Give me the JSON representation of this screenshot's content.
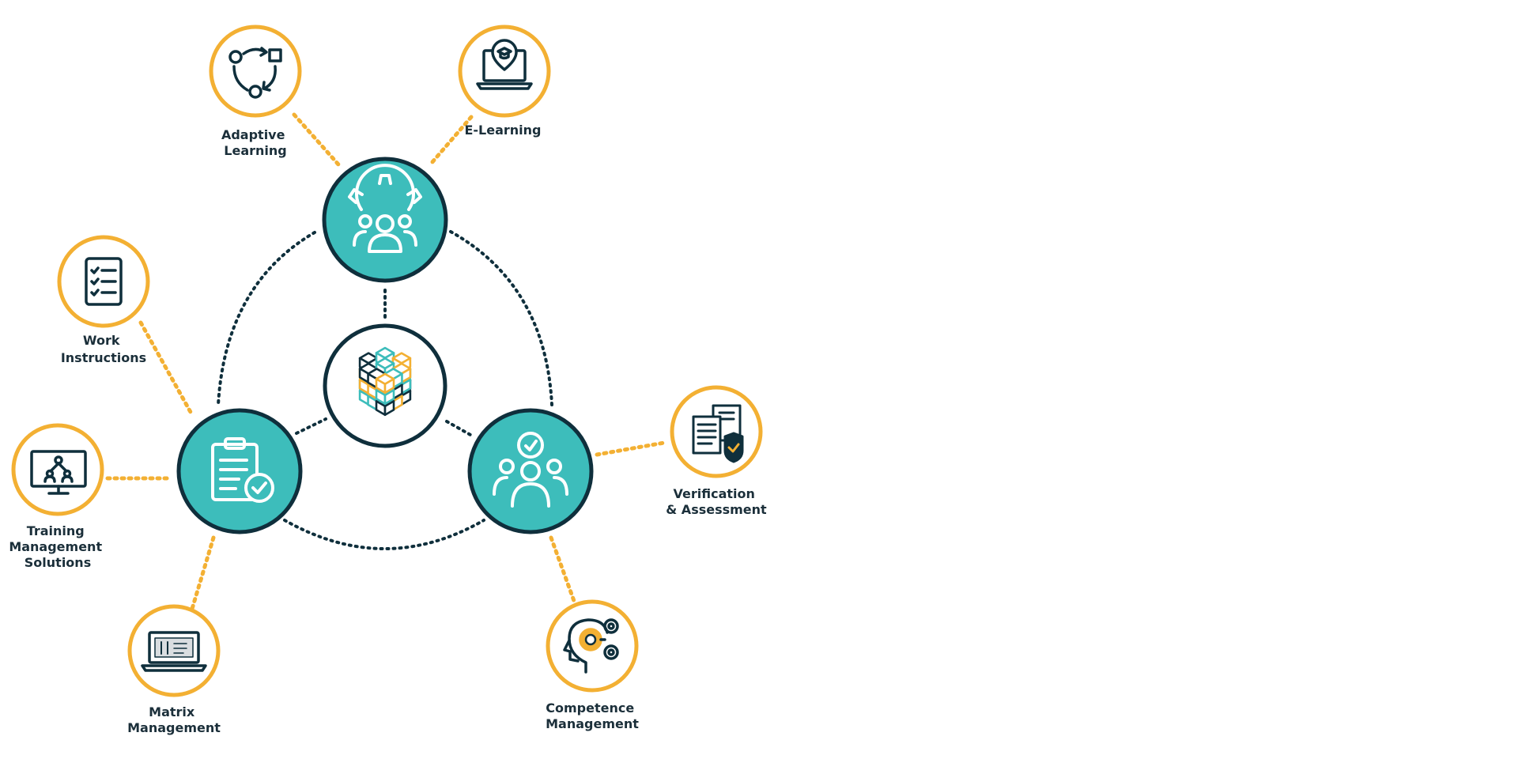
{
  "colors": {
    "teal": "#3dbdbb",
    "navy": "#0f2f3c",
    "orange": "#f3b033",
    "white": "#ffffff"
  },
  "hubs": {
    "top": {
      "icon": "gear-people-icon"
    },
    "left": {
      "icon": "clipboard-check-icon"
    },
    "right": {
      "icon": "team-check-icon"
    },
    "center": {
      "icon": "cube-blocks-icon"
    }
  },
  "satellites": {
    "adaptive_learning": {
      "label": [
        "Adaptive",
        "Learning"
      ],
      "icon": "cycle-arrows-icon"
    },
    "e_learning": {
      "label": [
        "E-Learning"
      ],
      "icon": "laptop-graduation-icon"
    },
    "work_instructions": {
      "label": [
        "Work",
        "Instructions"
      ],
      "icon": "checklist-icon"
    },
    "training_management": {
      "label": [
        "Training",
        "Management",
        "Solutions"
      ],
      "icon": "monitor-network-icon"
    },
    "matrix_management": {
      "label": [
        "Matrix",
        "Management"
      ],
      "icon": "laptop-matrix-icon"
    },
    "competence_management": {
      "label": [
        "Competence",
        "Management"
      ],
      "icon": "head-gears-icon"
    },
    "verification_assessment": {
      "label": [
        "Verification",
        "& Assessment"
      ],
      "icon": "documents-shield-icon"
    }
  }
}
